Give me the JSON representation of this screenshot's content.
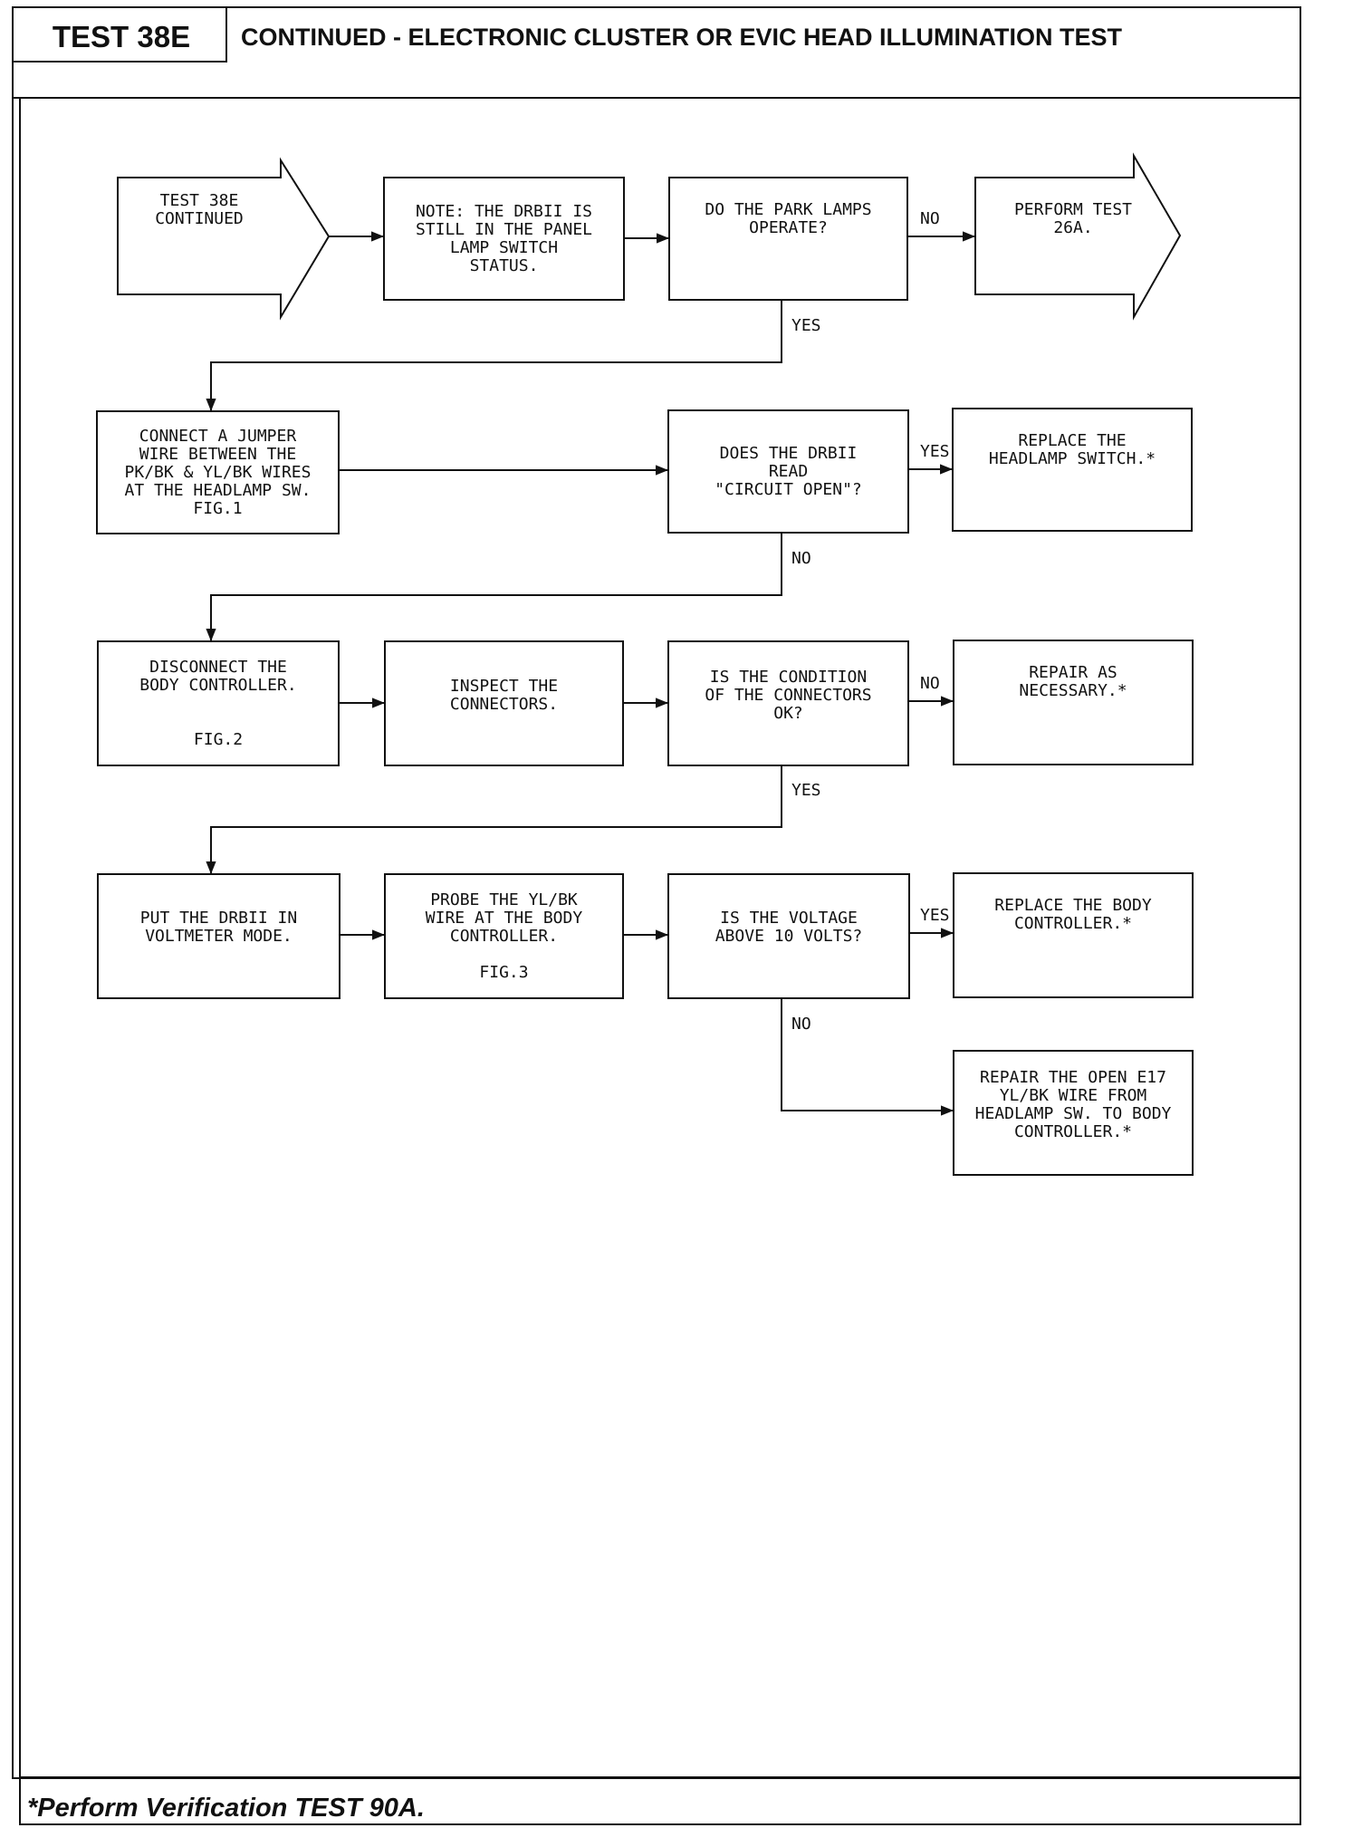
{
  "header": {
    "test_id": "TEST 38E",
    "title": "CONTINUED - ELECTRONIC CLUSTER OR EVIC HEAD ILLUMINATION TEST"
  },
  "footer": {
    "note": "*Perform Verification TEST 90A."
  },
  "flow": {
    "start": "TEST 38E\nCONTINUED",
    "note_box": "NOTE: THE DRBII IS\nSTILL IN THE PANEL\nLAMP SWITCH\nSTATUS.",
    "q_park": "DO THE PARK LAMPS\nOPERATE?",
    "perform_26a": "PERFORM TEST\n26A.",
    "jumper": "CONNECT A JUMPER\nWIRE BETWEEN THE\nPK/BK & YL/BK WIRES\nAT THE HEADLAMP SW.\nFIG.1",
    "q_circuit": "DOES THE DRBII\nREAD\n\"CIRCUIT OPEN\"?",
    "replace_switch": "REPLACE THE\nHEADLAMP SWITCH.*",
    "disconnect": "DISCONNECT THE\nBODY CONTROLLER.\n\n\nFIG.2",
    "inspect": "INSPECT THE\nCONNECTORS.",
    "q_condition": "IS THE CONDITION\nOF THE CONNECTORS\nOK?",
    "repair_nec": "REPAIR AS\nNECESSARY.*",
    "voltmeter": "PUT THE DRBII IN\nVOLTMETER MODE.",
    "probe": "PROBE THE YL/BK\nWIRE AT THE BODY\nCONTROLLER.\n\nFIG.3",
    "q_voltage": "IS THE VOLTAGE\nABOVE 10 VOLTS?",
    "replace_body": "REPLACE THE BODY\nCONTROLLER.*",
    "repair_open": "REPAIR THE OPEN E17\nYL/BK WIRE FROM\nHEADLAMP SW. TO BODY\nCONTROLLER.*"
  },
  "labels": {
    "no": "NO",
    "yes": "YES"
  }
}
